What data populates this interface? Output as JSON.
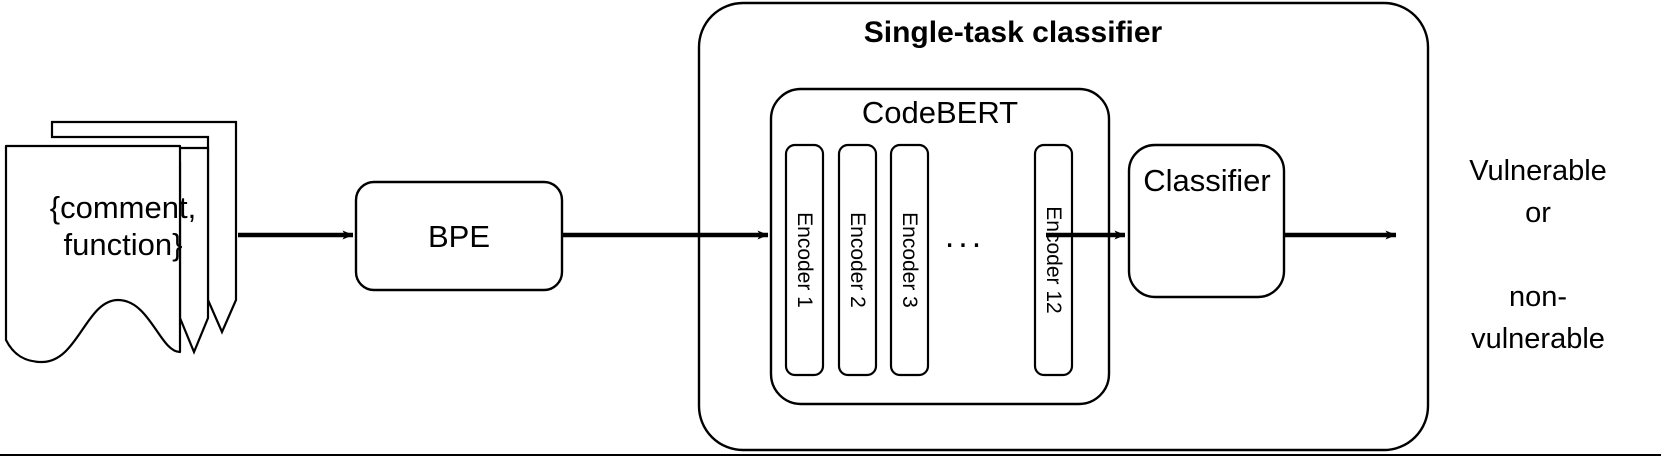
{
  "diagram": {
    "title": "Single-task classifier",
    "input": {
      "label_line1": "{comment,",
      "label_line2": "function}",
      "icon": "document-stack-icon"
    },
    "tokenizer": {
      "label": "BPE"
    },
    "model": {
      "label": "CodeBERT",
      "encoders": [
        {
          "label": "Encoder 1"
        },
        {
          "label": "Encoder 2"
        },
        {
          "label": "Encoder 3"
        },
        {
          "label": "Encoder 12"
        }
      ],
      "ellipsis": "..."
    },
    "classifier": {
      "label": "Classifier"
    },
    "output": {
      "line1": "Vulnerable",
      "line2": "or",
      "line3": "",
      "line4": "non-",
      "line5": "vulnerable"
    },
    "colors": {
      "stroke": "#000000",
      "fill": "#ffffff",
      "text": "#000000"
    }
  }
}
